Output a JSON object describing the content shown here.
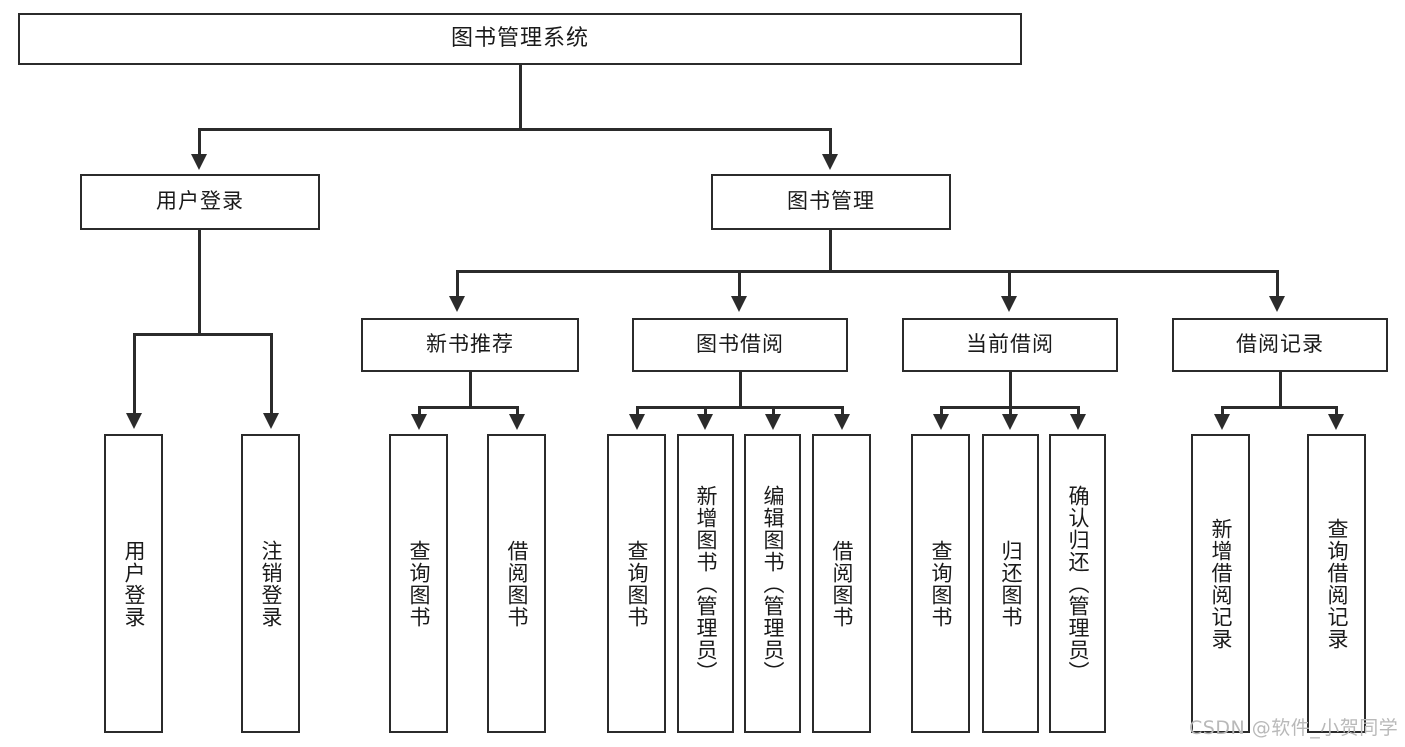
{
  "diagram": {
    "type": "tree-hierarchy-chart",
    "title": "图书管理系统",
    "root": {
      "label": "图书管理系统"
    },
    "level2": [
      {
        "id": "user-login",
        "label": "用户登录"
      },
      {
        "id": "book-management",
        "label": "图书管理"
      }
    ],
    "level3": [
      {
        "id": "new-book-recommend",
        "label": "新书推荐",
        "parent": "book-management"
      },
      {
        "id": "book-borrow",
        "label": "图书借阅",
        "parent": "book-management"
      },
      {
        "id": "current-borrow",
        "label": "当前借阅",
        "parent": "book-management"
      },
      {
        "id": "borrow-record",
        "label": "借阅记录",
        "parent": "book-management"
      }
    ],
    "leaves": {
      "user_login": [
        {
          "id": "leaf-user-login",
          "label": "用户登录"
        },
        {
          "id": "leaf-logout-login",
          "label": "注销登录"
        }
      ],
      "new_book_recommend": [
        {
          "id": "leaf-query-book-1",
          "label": "查询图书"
        },
        {
          "id": "leaf-borrow-book-1",
          "label": "借阅图书"
        }
      ],
      "book_borrow": [
        {
          "id": "leaf-query-book-2",
          "label": "查询图书"
        },
        {
          "id": "leaf-add-book",
          "label": "新增图书（管理员）"
        },
        {
          "id": "leaf-edit-book",
          "label": "编辑图书（管理员）"
        },
        {
          "id": "leaf-borrow-book-2",
          "label": "借阅图书"
        }
      ],
      "current_borrow": [
        {
          "id": "leaf-query-book-3",
          "label": "查询图书"
        },
        {
          "id": "leaf-return-book",
          "label": "归还图书"
        },
        {
          "id": "leaf-confirm-return",
          "label": "确认归还（管理员）"
        }
      ],
      "borrow_record": [
        {
          "id": "leaf-add-record",
          "label": "新增借阅记录"
        },
        {
          "id": "leaf-query-record",
          "label": "查询借阅记录"
        }
      ]
    },
    "watermark": "CSDN @软件_小贺同学",
    "colors": {
      "stroke": "#2b2b2b",
      "fill": "#ffffff",
      "text": "#1a1a1a",
      "watermark": "#b9b9b9"
    }
  }
}
